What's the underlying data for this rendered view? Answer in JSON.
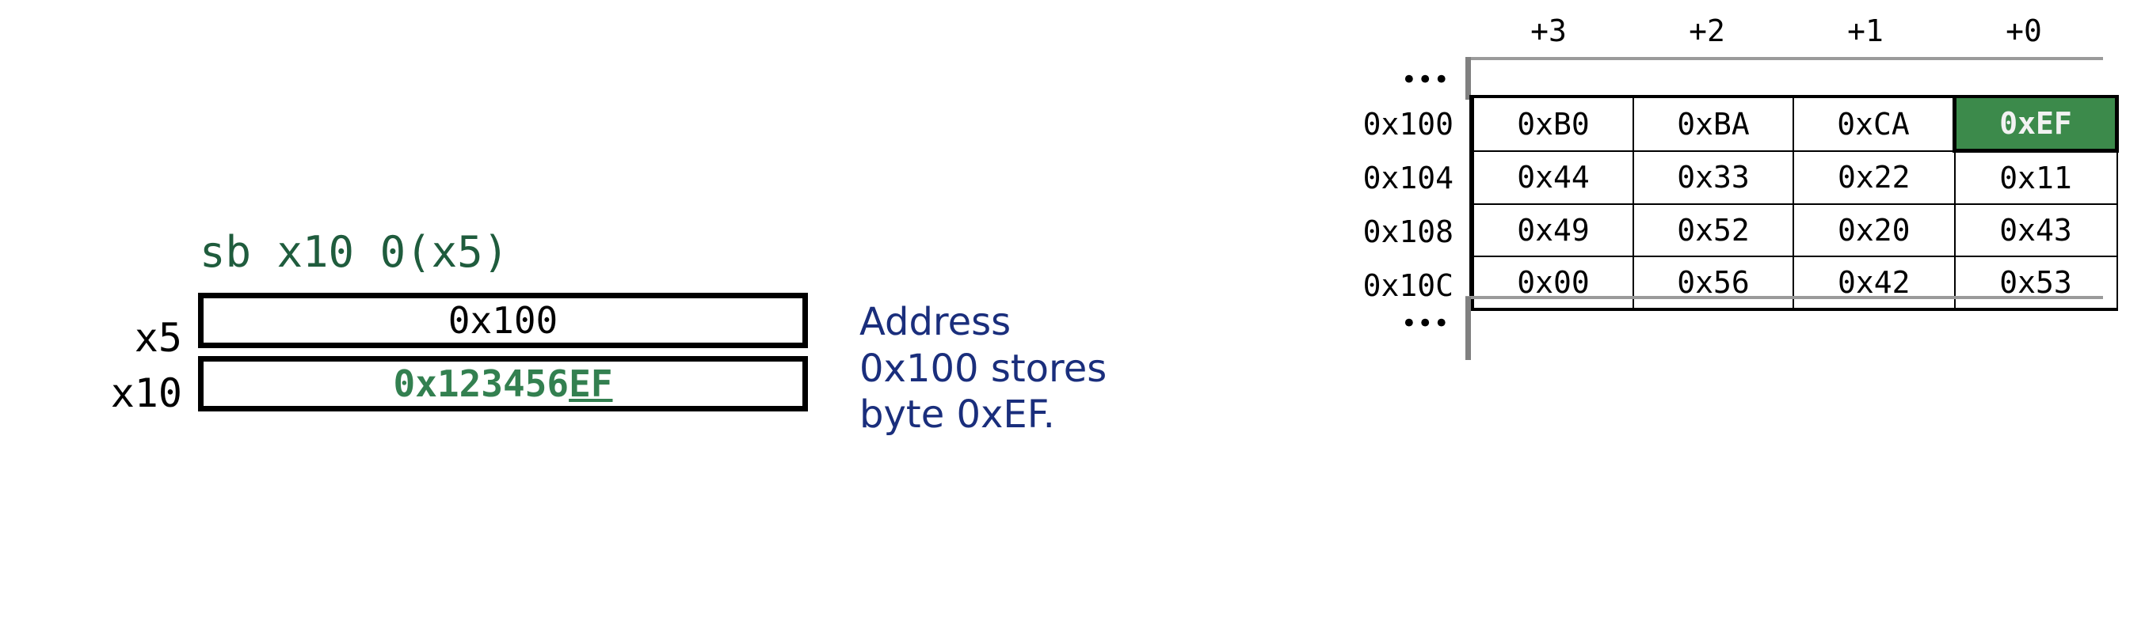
{
  "instruction": {
    "text": "sb x10 0(x5)",
    "color": "#1f5c3d"
  },
  "registers": [
    {
      "name": "x5",
      "value": "0x100",
      "highlighted": false
    },
    {
      "name": "x10",
      "value_prefix": "0x123456",
      "value_byte": "EF",
      "value_full": "0x123456EF",
      "highlighted": true
    }
  ],
  "note": {
    "text": "Address 0x100 stores byte 0xEF.",
    "color": "#1a2e7c"
  },
  "memory": {
    "column_headers": [
      "+3",
      "+2",
      "+1",
      "+0"
    ],
    "ellipsis": "•••",
    "row_addresses": [
      "0x100",
      "0x104",
      "0x108",
      "0x10C"
    ],
    "rows": [
      [
        "0xB0",
        "0xBA",
        "0xCA",
        "0xEF"
      ],
      [
        "0x44",
        "0x33",
        "0x22",
        "0x11"
      ],
      [
        "0x49",
        "0x52",
        "0x20",
        "0x43"
      ],
      [
        "0x00",
        "0x56",
        "0x42",
        "0x53"
      ]
    ],
    "highlight_cell": {
      "row": 0,
      "col": 3,
      "value": "0xEF"
    },
    "highlight_color": "#3c8a4b",
    "rail_color": "#808080"
  },
  "colors": {
    "green_accent": "#338050",
    "green_dark": "#1f5c3d",
    "navy": "#1a2e7c",
    "black": "#000000",
    "grey": "#808080"
  }
}
